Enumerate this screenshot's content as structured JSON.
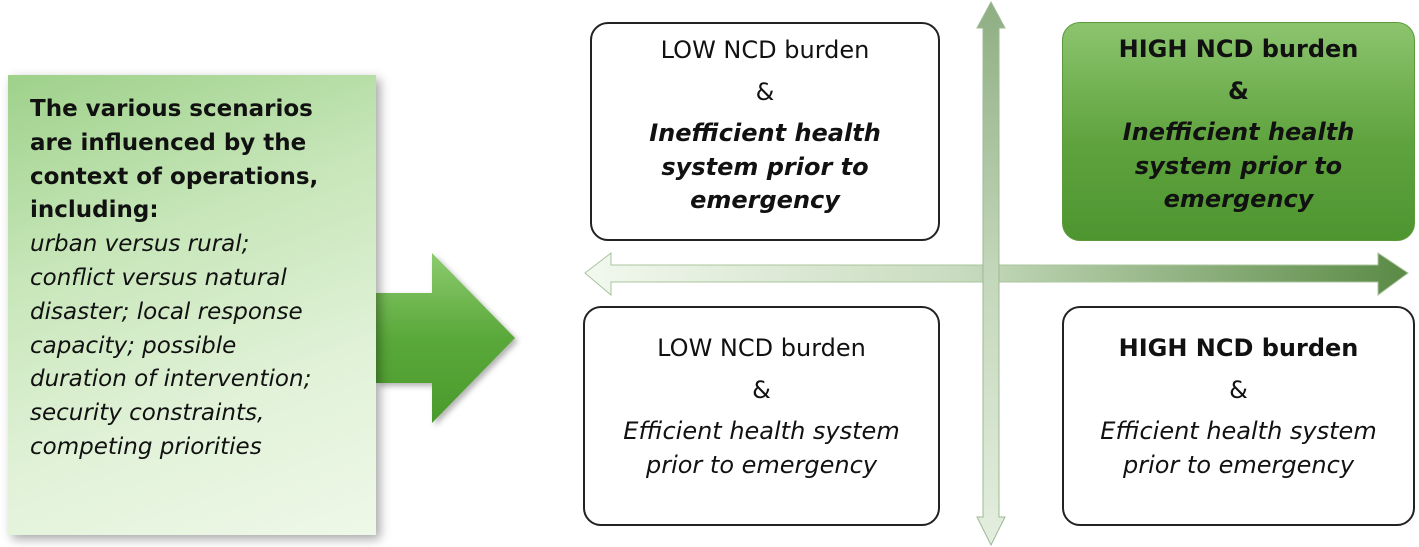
{
  "context_panel": {
    "heading_lines": [
      "The various scenarios",
      "are influenced by the",
      "context of operations,",
      "including:"
    ],
    "body_lines": [
      "urban versus rural;",
      "conflict versus natural",
      "disaster; local response",
      "capacity; possible",
      "duration of intervention;",
      "security constraints,",
      "competing priorities"
    ]
  },
  "quadrants": {
    "top_left": {
      "burden": "LOW NCD burden",
      "connector": "&",
      "system_lines": [
        "Inefficient health",
        "system prior to",
        "emergency"
      ]
    },
    "top_right": {
      "burden": "HIGH NCD burden",
      "connector": "&",
      "system_lines": [
        "Inefficient health",
        "system prior to",
        "emergency"
      ]
    },
    "bottom_left": {
      "burden": "LOW NCD burden",
      "connector": "&",
      "system_lines": [
        "Efficient health system",
        "prior to emergency"
      ]
    },
    "bottom_right": {
      "burden": "HIGH NCD burden",
      "connector": "&",
      "system_lines": [
        "Efficient health system",
        "prior to emergency"
      ]
    }
  },
  "colors": {
    "accent_green": "#5fa33e",
    "light_green": "#c7e6b9",
    "axis_green_dark": "#5d8a4a",
    "axis_green_light": "#dcebd4",
    "border": "#222222"
  }
}
